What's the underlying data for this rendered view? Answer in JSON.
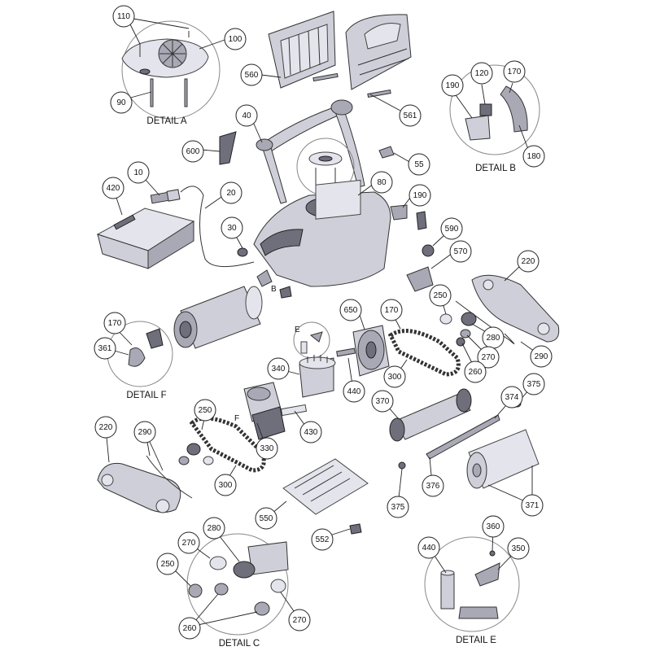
{
  "details": [
    {
      "key": "A",
      "title": "DETAIL A"
    },
    {
      "key": "B",
      "title": "DETAIL B"
    },
    {
      "key": "C",
      "title": "DETAIL C"
    },
    {
      "key": "E",
      "title": "DETAIL E"
    },
    {
      "key": "F",
      "title": "DETAIL F"
    }
  ],
  "callouts": [
    {
      "id": "c110",
      "label": "110"
    },
    {
      "id": "c100",
      "label": "100"
    },
    {
      "id": "c90",
      "label": "90"
    },
    {
      "id": "c560",
      "label": "560"
    },
    {
      "id": "c561",
      "label": "561"
    },
    {
      "id": "c190b",
      "label": "190"
    },
    {
      "id": "c120",
      "label": "120"
    },
    {
      "id": "c170b",
      "label": "170"
    },
    {
      "id": "c180",
      "label": "180"
    },
    {
      "id": "c40",
      "label": "40"
    },
    {
      "id": "c600",
      "label": "600"
    },
    {
      "id": "c55",
      "label": "55"
    },
    {
      "id": "c10",
      "label": "10"
    },
    {
      "id": "c80",
      "label": "80"
    },
    {
      "id": "c420",
      "label": "420"
    },
    {
      "id": "c20",
      "label": "20"
    },
    {
      "id": "c190",
      "label": "190"
    },
    {
      "id": "c30",
      "label": "30"
    },
    {
      "id": "c590",
      "label": "590"
    },
    {
      "id": "c570",
      "label": "570"
    },
    {
      "id": "c220a",
      "label": "220"
    },
    {
      "id": "c250a",
      "label": "250"
    },
    {
      "id": "c650",
      "label": "650"
    },
    {
      "id": "c170m",
      "label": "170"
    },
    {
      "id": "c170f",
      "label": "170"
    },
    {
      "id": "c280a",
      "label": "280"
    },
    {
      "id": "c361",
      "label": "361"
    },
    {
      "id": "c270a",
      "label": "270"
    },
    {
      "id": "c290a",
      "label": "290"
    },
    {
      "id": "c260a",
      "label": "260"
    },
    {
      "id": "c340",
      "label": "340"
    },
    {
      "id": "c300a",
      "label": "300"
    },
    {
      "id": "c375a",
      "label": "375"
    },
    {
      "id": "c440a",
      "label": "440"
    },
    {
      "id": "c374",
      "label": "374"
    },
    {
      "id": "c370",
      "label": "370"
    },
    {
      "id": "c250b",
      "label": "250"
    },
    {
      "id": "c430",
      "label": "430"
    },
    {
      "id": "c220b",
      "label": "220"
    },
    {
      "id": "c290b",
      "label": "290"
    },
    {
      "id": "c330",
      "label": "330"
    },
    {
      "id": "c300b",
      "label": "300"
    },
    {
      "id": "c375b",
      "label": "375"
    },
    {
      "id": "c376",
      "label": "376"
    },
    {
      "id": "c371",
      "label": "371"
    },
    {
      "id": "c550",
      "label": "550"
    },
    {
      "id": "c552",
      "label": "552"
    },
    {
      "id": "c360",
      "label": "360"
    },
    {
      "id": "c270c",
      "label": "270"
    },
    {
      "id": "c280c",
      "label": "280"
    },
    {
      "id": "c440e",
      "label": "440"
    },
    {
      "id": "c350",
      "label": "350"
    },
    {
      "id": "c250c",
      "label": "250"
    },
    {
      "id": "c260c",
      "label": "260"
    },
    {
      "id": "c270c2",
      "label": "270"
    }
  ],
  "letters": {
    "b": "B",
    "e": "E",
    "f": "F"
  }
}
